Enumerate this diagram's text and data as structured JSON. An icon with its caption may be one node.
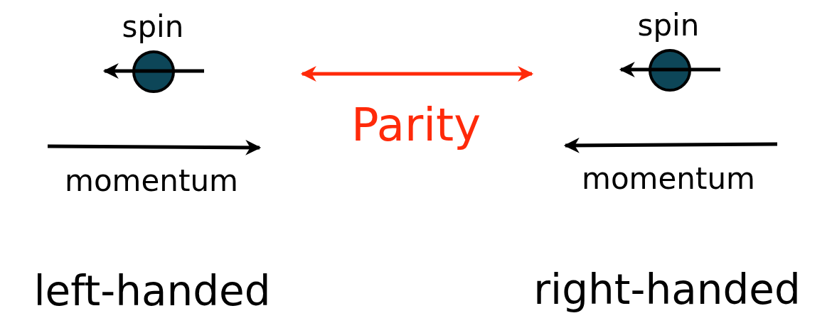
{
  "diagram": {
    "labels": [
      "spin",
      "spin",
      "Parity",
      "momentum",
      "momentum",
      "left-handed",
      "right-handed"
    ]
  }
}
